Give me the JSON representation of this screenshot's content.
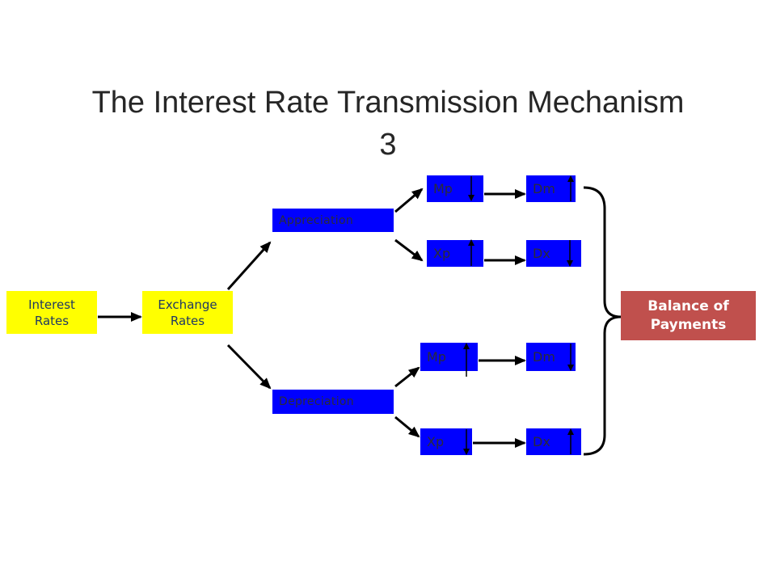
{
  "title": {
    "line1": "The Interest Rate Transmission Mechanism",
    "line2": "3"
  },
  "interest_rates": {
    "line1": "Interest",
    "line2": "Rates"
  },
  "exchange_rates": {
    "line1": "Exchange",
    "line2": "Rates"
  },
  "appreciation": {
    "label": "Appreciation",
    "effects": [
      {
        "price": {
          "label": "Mp",
          "trend": "down"
        },
        "demand": {
          "label": "Dm",
          "trend": "up"
        }
      },
      {
        "price": {
          "label": "Xp",
          "trend": "up"
        },
        "demand": {
          "label": "Dx",
          "trend": "down"
        }
      }
    ]
  },
  "depreciation": {
    "label": "Depreciation",
    "effects": [
      {
        "price": {
          "label": "Mp",
          "trend": "up"
        },
        "demand": {
          "label": "Dm",
          "trend": "down"
        }
      },
      {
        "price": {
          "label": "Xp",
          "trend": "down"
        },
        "demand": {
          "label": "Dx",
          "trend": "up"
        }
      }
    ]
  },
  "balance_of_payments": {
    "line1": "Balance of",
    "line2": "Payments"
  },
  "colors": {
    "blue_box": "#0000ff",
    "yellow_box": "#ffff00",
    "balance_box": "#c0504d"
  }
}
